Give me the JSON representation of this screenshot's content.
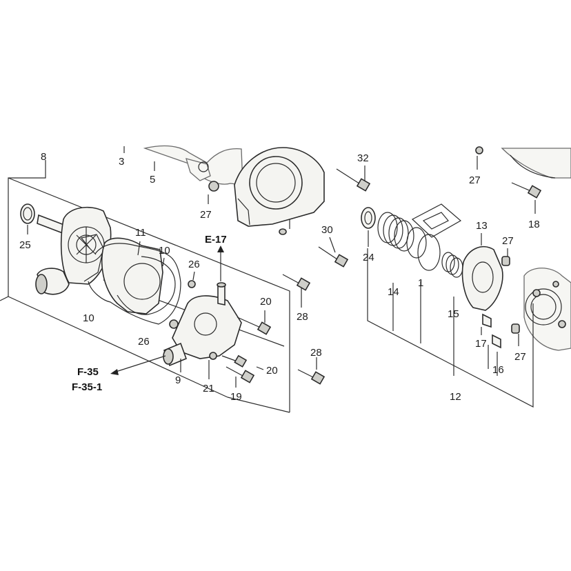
{
  "callouts": {
    "c8": "8",
    "c3": "3",
    "c5": "5",
    "c27a": "27",
    "c32": "32",
    "c27b": "27",
    "c18": "18",
    "c25": "25",
    "c11": "11",
    "c10a": "10",
    "c26a": "26",
    "c30": "30",
    "c24": "24",
    "c14": "14",
    "c1": "1",
    "c13": "13",
    "c27c": "27",
    "c15": "15",
    "c10b": "10",
    "c26b": "26",
    "c20a": "20",
    "c28a": "28",
    "c17": "17",
    "c16": "16",
    "c27d": "27",
    "c12": "12",
    "c9": "9",
    "c21": "21",
    "c20b": "20",
    "c19": "19",
    "c28b": "28"
  },
  "references": {
    "e17": "E-17",
    "f35": "F-35",
    "f351": "F-35-1"
  }
}
